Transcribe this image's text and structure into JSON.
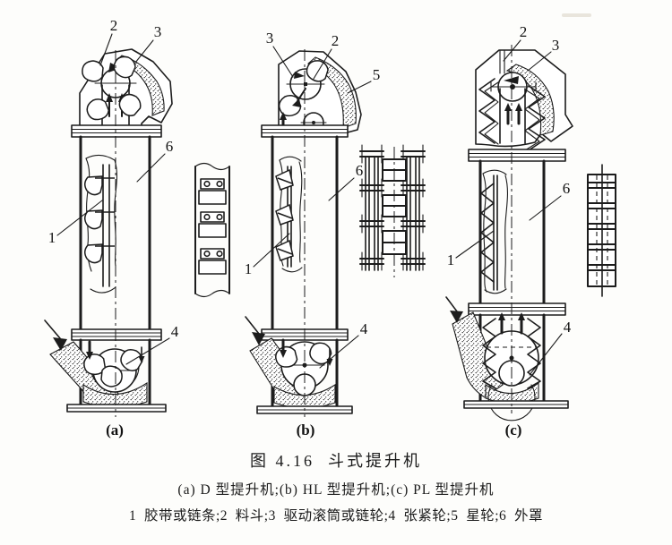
{
  "caption": {
    "title": "图 4.16  斗式提升机",
    "subtitle": "(a) D 型提升机;(b) HL 型提升机;(c) PL 型提升机",
    "legend": "1  胶带或链条;2  料斗;3  驱动滚筒或链轮;4  张紧轮;5  星轮;6  外罩"
  },
  "panels": {
    "a": {
      "label": "(a)",
      "c1": "1",
      "c2": "2",
      "c3": "3",
      "c4": "4",
      "c6": "6"
    },
    "b": {
      "label": "(b)",
      "c1": "1",
      "c2": "2",
      "c3": "3",
      "c4": "4",
      "c5": "5",
      "c6": "6"
    },
    "c": {
      "label": "(c)",
      "c1": "1",
      "c2": "2",
      "c3": "3",
      "c4": "4",
      "c6": "6"
    }
  }
}
